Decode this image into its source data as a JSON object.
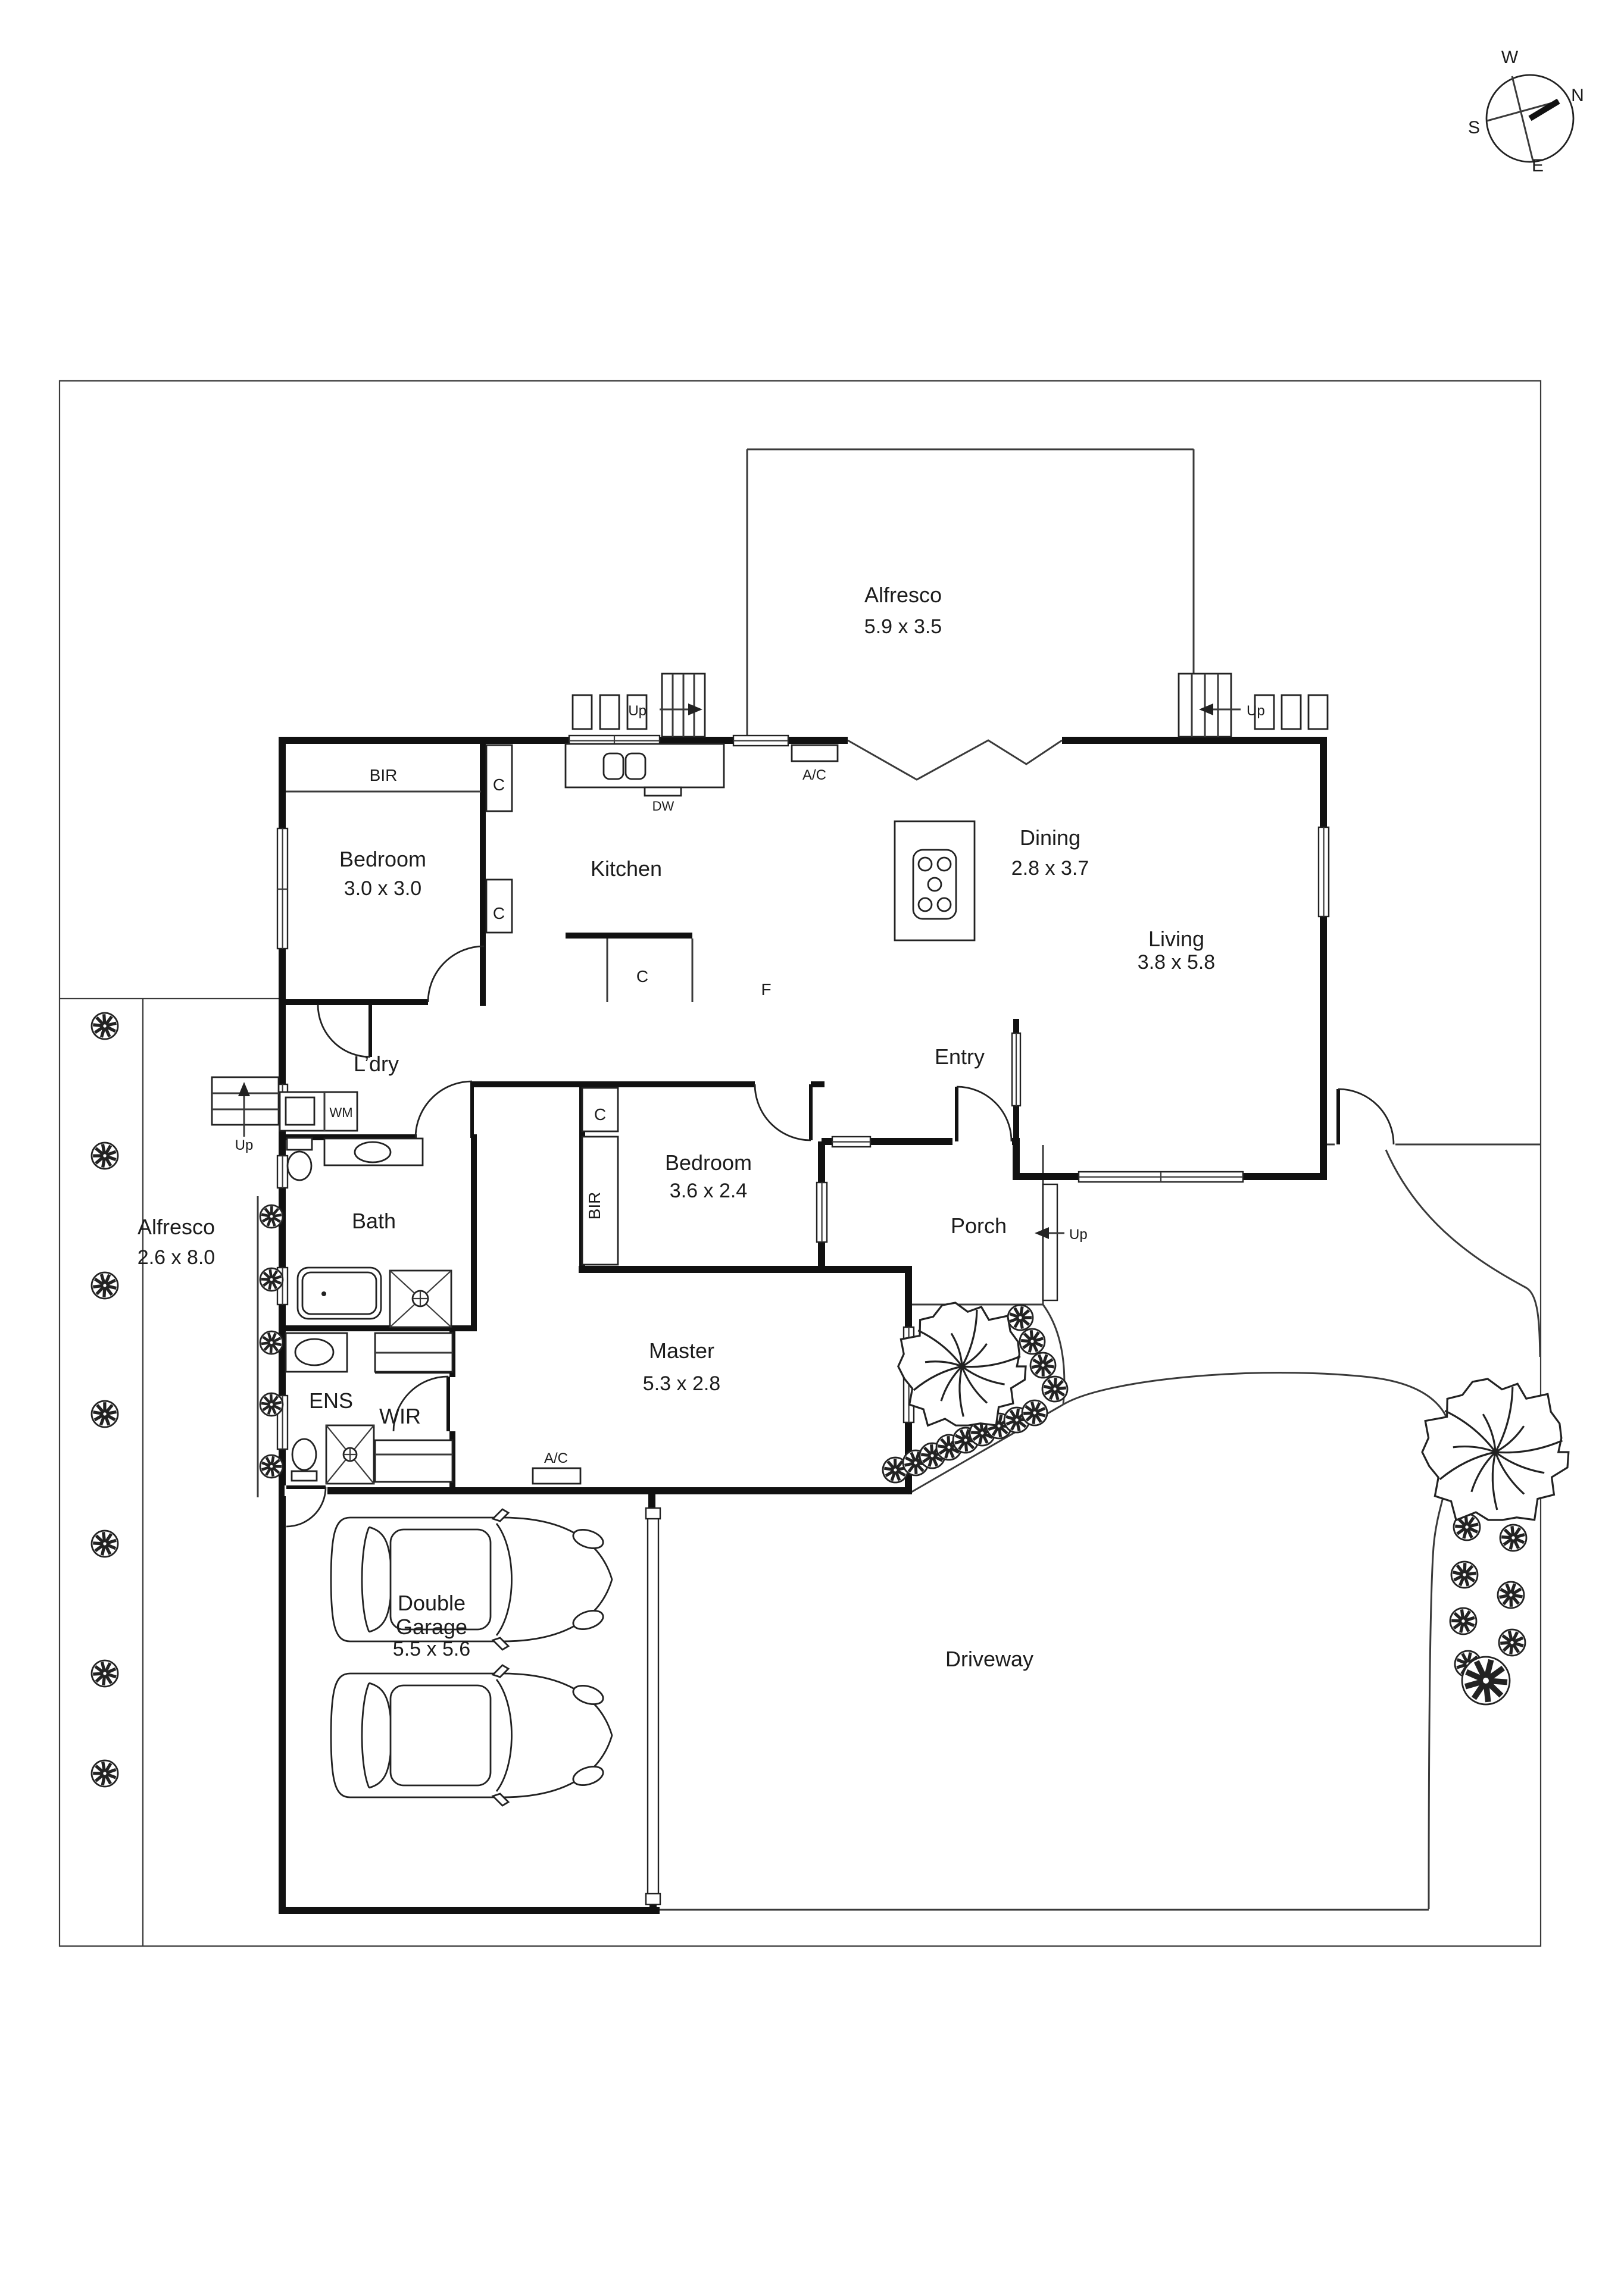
{
  "compass": {
    "n": "N",
    "s": "S",
    "e": "E",
    "w": "W"
  },
  "rooms": {
    "alfresco_rear": {
      "name": "Alfresco",
      "dims": "5.9 x 3.5"
    },
    "bedroom1": {
      "name": "Bedroom",
      "dims": "3.0 x 3.0"
    },
    "kitchen": {
      "name": "Kitchen"
    },
    "dining": {
      "name": "Dining",
      "dims": "2.8 x 3.7"
    },
    "living": {
      "name": "Living",
      "dims": "3.8 x 5.8"
    },
    "laundry": {
      "name": "L’dry"
    },
    "entry": {
      "name": "Entry"
    },
    "bath": {
      "name": "Bath"
    },
    "bedroom2": {
      "name": "Bedroom",
      "dims": "3.6 x 2.4"
    },
    "porch": {
      "name": "Porch"
    },
    "alfresco_side": {
      "name": "Alfresco",
      "dims": "2.6 x 8.0"
    },
    "ens": {
      "name": "ENS"
    },
    "wir": {
      "name": "WIR"
    },
    "master": {
      "name": "Master",
      "dims": "5.3 x 2.8"
    },
    "garage": {
      "name": "Double",
      "name2": "Garage",
      "dims": "5.5 x 5.6"
    },
    "driveway": {
      "name": "Driveway"
    }
  },
  "labels": {
    "up": "Up",
    "wm": "WM",
    "dw": "DW",
    "ac": "A/C",
    "closet": "C",
    "fridge": "F",
    "bir": "BIR"
  },
  "colors": {
    "wall": "#111111",
    "line": "#3a3a3a",
    "text": "#1c1c1c",
    "bg": "#ffffff"
  }
}
